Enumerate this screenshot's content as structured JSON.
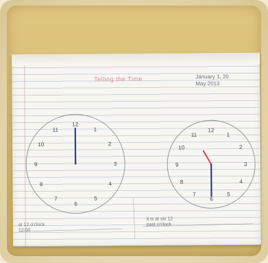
{
  "worksheet": {
    "title": "Telling the Time",
    "name_line1": "January 1, 20",
    "name_line2": "May 2013",
    "left_caption_line1": "at 12 o'clock",
    "left_caption_line2": "12:00",
    "right_caption_line1": "it is at six 12",
    "right_caption_line2": "past o'clock"
  },
  "clocks": [
    {
      "numbers": [
        "12",
        "1",
        "2",
        "3",
        "4",
        "5",
        "6",
        "7",
        "8",
        "9",
        "10",
        "11"
      ],
      "hour_hand": "12",
      "minute_hand": "12"
    },
    {
      "numbers": [
        "12",
        "1",
        "2",
        "3",
        "4",
        "5",
        "6",
        "7",
        "8",
        "9",
        "10",
        "11"
      ],
      "hour_hand": "11",
      "minute_hand": "6"
    }
  ],
  "colors": {
    "hour_hand": "#d2444e",
    "minute_hand": "#2b3f8c",
    "clock_circle": "#8b8f96"
  }
}
